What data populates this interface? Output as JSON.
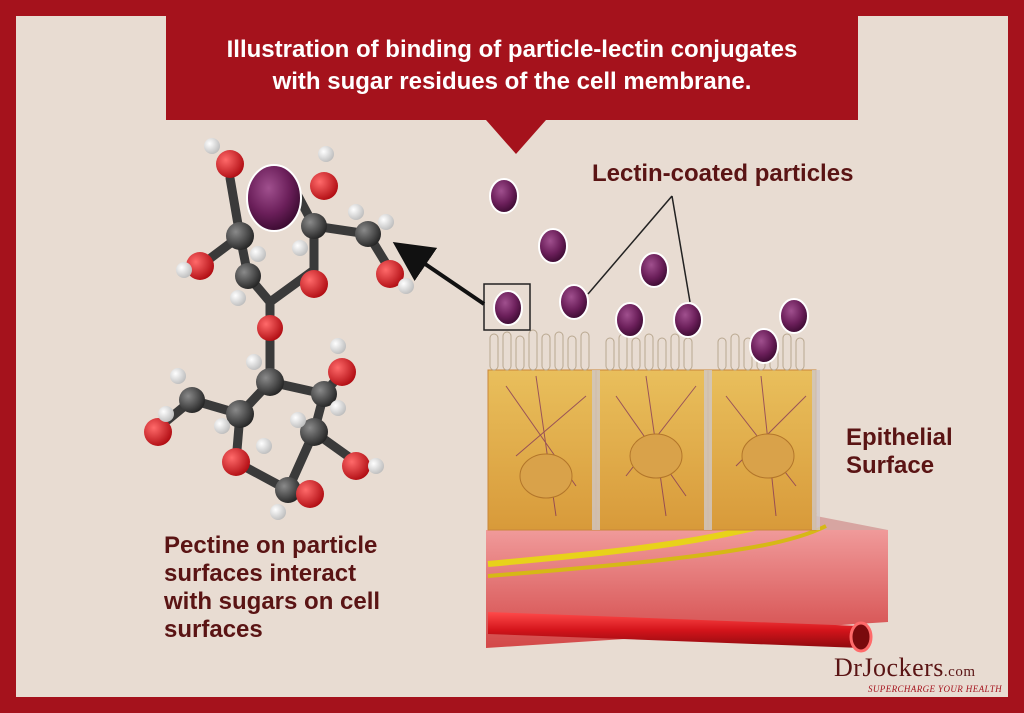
{
  "banner": {
    "line1": "Illustration of binding of particle-lectin conjugates",
    "line2": "with sugar residues of the cell membrane."
  },
  "labels": {
    "lectin_particles": "Lectin-coated particles",
    "epithelial_line1": "Epithelial",
    "epithelial_line2": "Surface",
    "pectine_line1": "Pectine on particle",
    "pectine_line2": "surfaces interact",
    "pectine_line3": "with sugars on cell",
    "pectine_line4": "surfaces"
  },
  "logo": {
    "dr": "Dr",
    "jockers": "Jockers",
    "com": ".com",
    "tagline": "SUPERCHARGE YOUR HEALTH"
  },
  "colors": {
    "frame": "#a5121c",
    "background": "#e8dcd2",
    "banner": "#a5121c",
    "label_text": "#5a1414",
    "particle": "#6b1f5a",
    "cell": "#e2b04a",
    "tissue": "#d94a4a",
    "vessel": "#d4141b",
    "nerve": "#e8d21a",
    "atom_carbon": "#3a3a3a",
    "atom_oxygen": "#d8141a",
    "atom_hydrogen": "#f2f2f2"
  }
}
